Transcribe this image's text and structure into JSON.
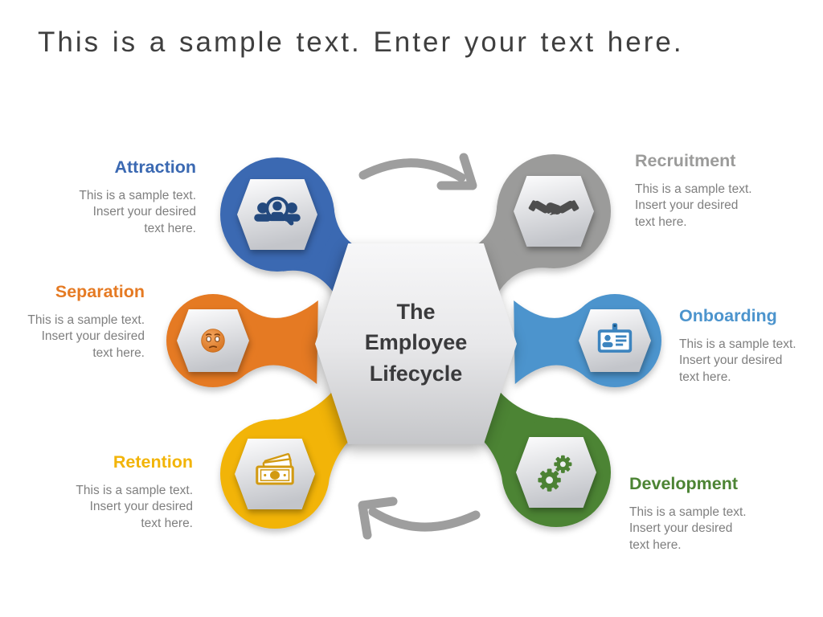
{
  "slide_title": "This is a sample text. Enter your text here.",
  "center_label": "The\nEmployee\nLifecycle",
  "arrow_color": "#9E9E9E",
  "nodes": [
    {
      "id": "attraction",
      "label": "Attraction",
      "color": "#3B69B2",
      "icon_color": "#23497E",
      "icon": "people-search-icon",
      "body": "This is a sample text.\nInsert your desired\ntext here."
    },
    {
      "id": "recruitment",
      "label": "Recruitment",
      "color": "#9B9B9A",
      "icon_color": "#4E4E4E",
      "icon": "handshake-icon",
      "body": "This is a sample text.\nInsert your desired\ntext here."
    },
    {
      "id": "onboarding",
      "label": "Onboarding",
      "color": "#4C94CD",
      "icon_color": "#3C84BF",
      "icon": "id-card-icon",
      "body": "This is a sample text.\nInsert your desired\ntext here."
    },
    {
      "id": "development",
      "label": "Development",
      "color": "#4C8434",
      "icon_color": "#4C8234",
      "icon": "gears-icon",
      "body": "This is a sample text.\nInsert your desired\ntext here."
    },
    {
      "id": "retention",
      "label": "Retention",
      "color": "#F2B408",
      "icon_color": "#D29A12",
      "icon": "money-icon",
      "body": "This is a sample text.\nInsert your desired\ntext here."
    },
    {
      "id": "separation",
      "label": "Separation",
      "color": "#E57A23",
      "icon_color": "#E07A22",
      "icon": "sad-face-icon",
      "body": "This is a sample text.\nInsert your desired\ntext here."
    }
  ]
}
